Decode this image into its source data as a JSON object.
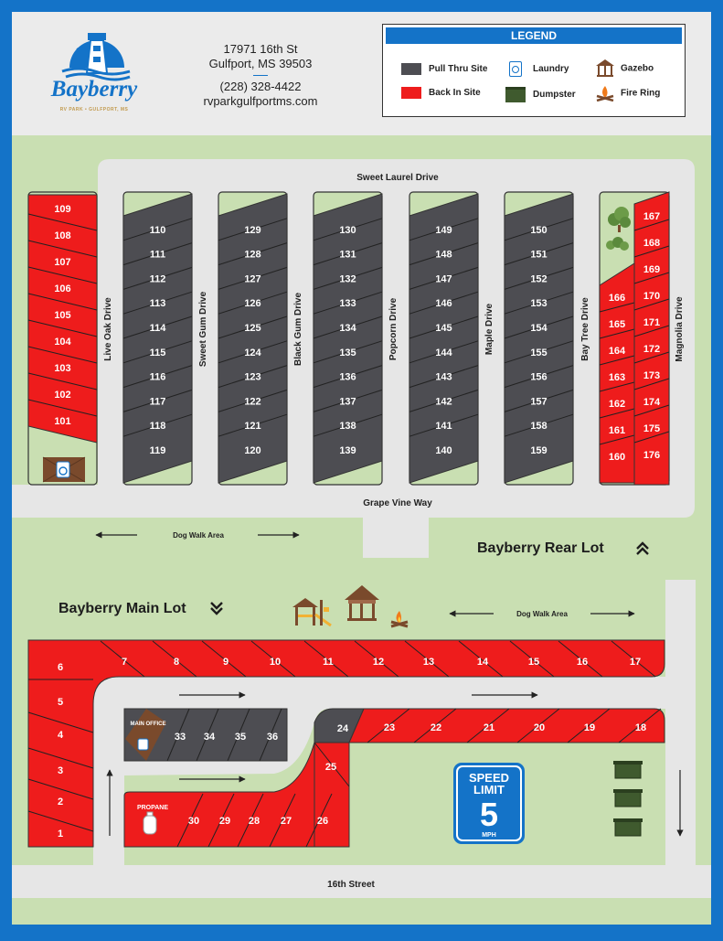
{
  "header": {
    "brand": "Bayberry",
    "brand_sub": "RV PARK • GULFPORT, MS",
    "address_line1": "17971 16th St",
    "address_line2": "Gulfport, MS 39503",
    "phone": "(228) 328-4422",
    "website": "rvparkgulfportms.com"
  },
  "legend": {
    "title": "LEGEND",
    "items": [
      {
        "label": "Pull Thru Site",
        "icon": "pull-thru-swatch",
        "color": "#4d4d52"
      },
      {
        "label": "Back In Site",
        "icon": "back-in-swatch",
        "color": "#ee1c1c"
      },
      {
        "label": "Laundry",
        "icon": "laundry-icon"
      },
      {
        "label": "Dumpster",
        "icon": "dumpster-icon"
      },
      {
        "label": "Gazebo",
        "icon": "gazebo-icon"
      },
      {
        "label": "Fire Ring",
        "icon": "fire-ring-icon"
      }
    ]
  },
  "colors": {
    "border": "#1473c8",
    "paper": "#ebebeb",
    "grass": "#c9dfb2",
    "road": "#e6e6e6",
    "pull_thru": "#4d4d52",
    "back_in": "#ee1c1c",
    "brown": "#7a4a2c",
    "accent_blue": "#1473c8"
  },
  "roads": {
    "sweet_laurel": "Sweet Laurel Drive",
    "grape_vine": "Grape Vine Way",
    "street_16th": "16th Street",
    "dog_walk": "Dog Walk Area",
    "vertical": [
      "Live Oak Drive",
      "Sweet Gum Drive",
      "Black Gum Drive",
      "Popcorn Drive",
      "Maple Drive",
      "Bay Tree Drive",
      "Magnolia Drive"
    ]
  },
  "lots": {
    "rear": "Bayberry Rear Lot",
    "main": "Bayberry Main Lot"
  },
  "rear_columns": [
    {
      "type": "back-in",
      "sites": [
        "109",
        "108",
        "107",
        "106",
        "105",
        "104",
        "103",
        "102",
        "101"
      ]
    },
    {
      "type": "pull-thru",
      "sites": [
        "110",
        "111",
        "112",
        "113",
        "114",
        "115",
        "116",
        "117",
        "118",
        "119"
      ]
    },
    {
      "type": "pull-thru",
      "sites": [
        "129",
        "128",
        "127",
        "126",
        "125",
        "124",
        "123",
        "122",
        "121",
        "120"
      ]
    },
    {
      "type": "pull-thru",
      "sites": [
        "130",
        "131",
        "132",
        "133",
        "134",
        "135",
        "136",
        "137",
        "138",
        "139"
      ]
    },
    {
      "type": "pull-thru",
      "sites": [
        "149",
        "148",
        "147",
        "146",
        "145",
        "144",
        "143",
        "142",
        "141",
        "140"
      ]
    },
    {
      "type": "pull-thru",
      "sites": [
        "150",
        "151",
        "152",
        "153",
        "154",
        "155",
        "156",
        "157",
        "158",
        "159"
      ]
    },
    {
      "type": "back-in",
      "sites": [
        "166",
        "165",
        "164",
        "163",
        "162",
        "161",
        "160"
      ]
    },
    {
      "type": "back-in",
      "sites": [
        "167",
        "168",
        "169",
        "170",
        "171",
        "172",
        "173",
        "174",
        "175",
        "176"
      ]
    }
  ],
  "main_sites": {
    "top_row": [
      "7",
      "8",
      "9",
      "10",
      "11",
      "12",
      "13",
      "14",
      "15",
      "16",
      "17"
    ],
    "left_column": [
      "6",
      "5",
      "4",
      "3",
      "2",
      "1"
    ],
    "pull_thru": [
      "33",
      "34",
      "35",
      "36"
    ],
    "corner_site": "24",
    "right_row": [
      "23",
      "22",
      "21",
      "20",
      "19",
      "18"
    ],
    "diagonal_site": "25",
    "bottom_row": [
      "30",
      "29",
      "28",
      "27",
      "26"
    ]
  },
  "buildings": {
    "main_office": "MAIN OFFICE",
    "propane": "PROPANE"
  },
  "speed_sign": {
    "line1": "SPEED",
    "line2": "LIMIT",
    "value": "5",
    "unit": "MPH"
  }
}
